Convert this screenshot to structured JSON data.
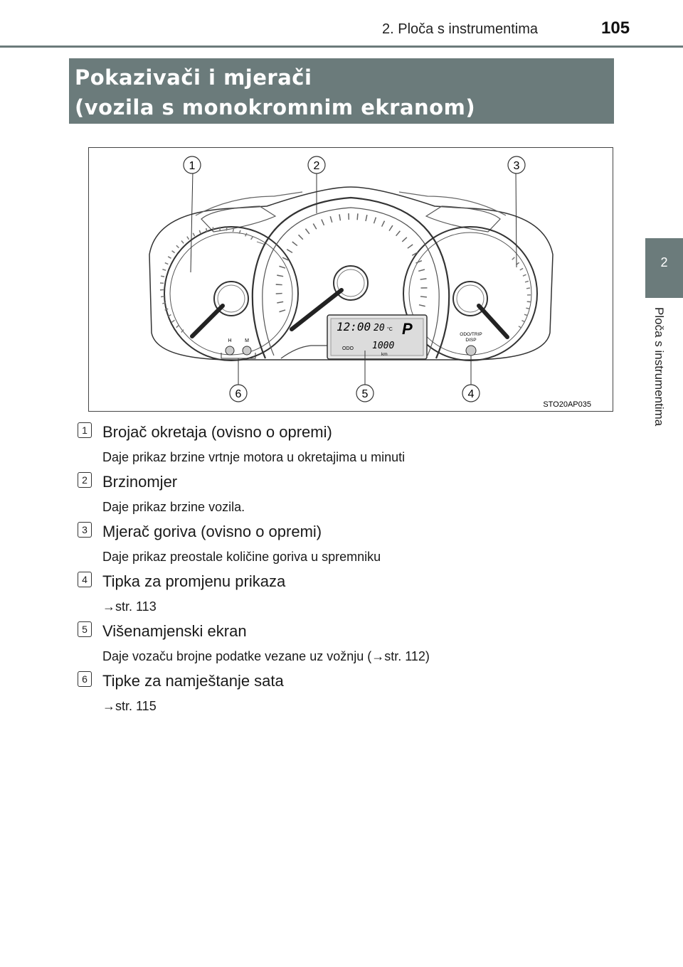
{
  "header": {
    "chapter": "2. Ploča s instrumentima",
    "page": "105"
  },
  "side_tab": {
    "number": "2",
    "label": "Ploča s instrumentima"
  },
  "title": {
    "line1": "Pokazivači i mjerači",
    "line2": "(vozila s monokromnim ekranom)"
  },
  "figure": {
    "code": "STO20AP035",
    "callouts": [
      "1",
      "2",
      "3",
      "4",
      "5",
      "6"
    ],
    "display": {
      "clock": "12:00",
      "temp": "20",
      "temp_unit": "°C",
      "gear": "P",
      "odo_label": "ODO",
      "odo_value": "1000",
      "odo_unit": "km"
    },
    "button_labels": {
      "hour": "H",
      "minute": "M",
      "odo_trip": "ODO/TRIP",
      "disp": "DISP"
    }
  },
  "items": [
    {
      "num": "1",
      "title": "Brojač okretaja (ovisno o opremi)",
      "desc": "Daje prikaz brzine vrtnje motora u okretajima u minuti"
    },
    {
      "num": "2",
      "title": "Brzinomjer",
      "desc": "Daje prikaz brzine vozila."
    },
    {
      "num": "3",
      "title": "Mjerač goriva (ovisno o opremi)",
      "desc": "Daje prikaz preostale količine goriva u spremniku"
    },
    {
      "num": "4",
      "title": "Tipka za promjenu prikaza",
      "desc": "→str. 113"
    },
    {
      "num": "5",
      "title": "Višenamjenski ekran",
      "desc": "Daje vozaču brojne podatke vezane uz vožnju (→str. 112)"
    },
    {
      "num": "6",
      "title": "Tipke za namještanje sata",
      "desc": "→str. 115"
    }
  ],
  "colors": {
    "accent": "#6b7b7b"
  }
}
